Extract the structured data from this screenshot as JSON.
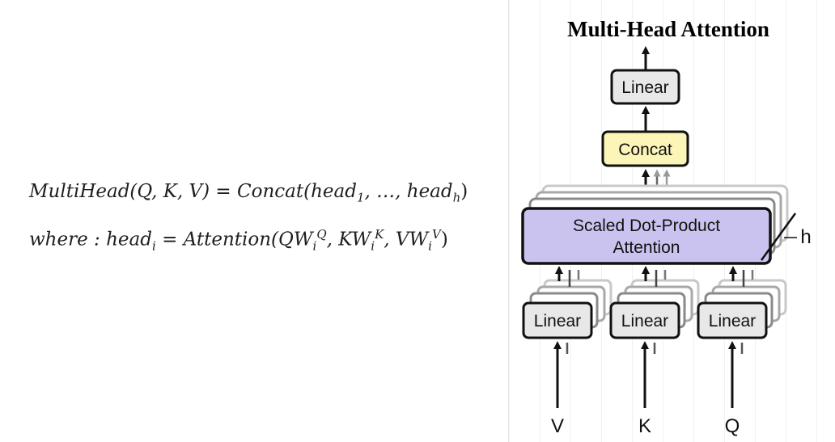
{
  "formulas": {
    "line1": {
      "lhs": "MultiHead(Q, K, V)",
      "eq": " = ",
      "rhs_prefix": "Concat(head",
      "rhs_sub1": "1",
      "rhs_mid": ", …, head",
      "rhs_subh": "h",
      "rhs_suffix": ")"
    },
    "line2": {
      "where": "where : head",
      "where_sub": "i",
      "eq": " = Attention(QW",
      "q_sub": "i",
      "q_sup": "Q",
      "k_pre": ", KW",
      "k_sub": "i",
      "k_sup": "K",
      "v_pre": ", VW",
      "v_sub": "i",
      "v_sup": "V",
      "close": ")"
    }
  },
  "diagram": {
    "title": "Multi-Head Attention",
    "linear_top_label": "Linear",
    "concat_label": "Concat",
    "attention_label_line1": "Scaled Dot-Product",
    "attention_label_line2": "Attention",
    "h_label": "h",
    "linear_labels": [
      "Linear",
      "Linear",
      "Linear"
    ],
    "input_labels": [
      "V",
      "K",
      "Q"
    ],
    "colors": {
      "linear_fill": "#e8e8e8",
      "concat_fill": "#fbf5b8",
      "attention_fill": "#cbc3ef",
      "stroke": "#111111",
      "shadow_stroke": "#8a8a8a"
    }
  }
}
